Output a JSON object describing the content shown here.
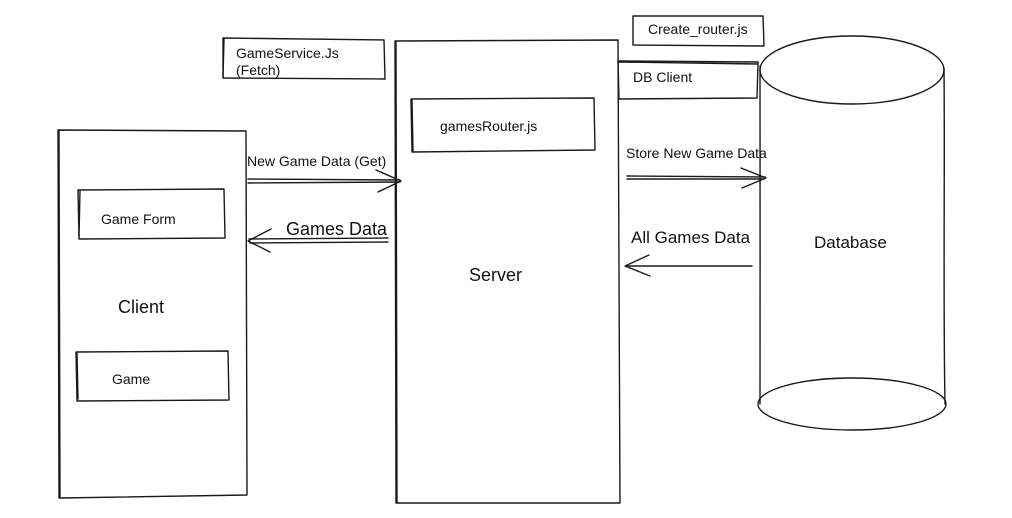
{
  "labels": {
    "game_service_line1": "GameService.Js",
    "game_service_line2": "(Fetch)",
    "create_router": "Create_router.js",
    "db_client": "DB Client",
    "games_router": "gamesRouter.js",
    "new_game_data": "New Game Data (Get)",
    "games_data": "Games Data",
    "store_new_game_data": "Store New Game Data",
    "all_games_data": "All Games Data",
    "game_form": "Game Form",
    "client": "Client",
    "game": "Game",
    "server": "Server",
    "database": "Database"
  },
  "colors": {
    "stroke": "#1a1a1a",
    "text": "#111111",
    "background": "#ffffff"
  }
}
